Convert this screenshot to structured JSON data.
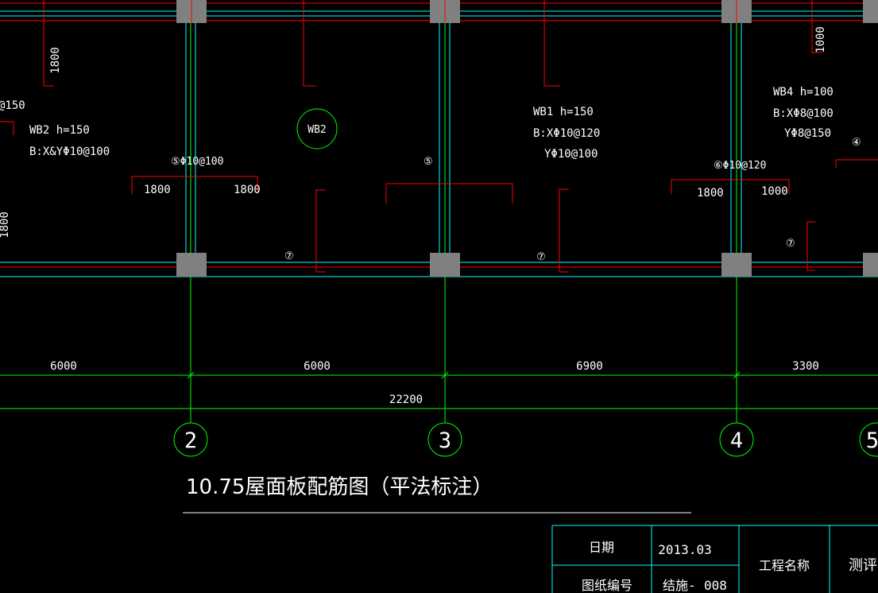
{
  "colors": {
    "background": "#000000",
    "axis_line": "#00ff00",
    "beam_line": "#00ffff",
    "rebar_line": "#ff0000",
    "column_fill": "#808080",
    "text": "#ffffff",
    "title_underline": "#ffffff",
    "title_block_line": "#00ffff"
  },
  "drawing": {
    "title": "10.75屋面板配筋图（平法标注）"
  },
  "slab_labels": {
    "wb2_left": {
      "name": "WB2  h=150",
      "rebar": "B:X&YΦ10@100"
    },
    "wb2_circle": "WB2",
    "wb1": {
      "name": "WB1  h=150",
      "rebar_x": "B:XΦ10@120",
      "rebar_y": "YΦ10@100"
    },
    "wb4": {
      "name": "WB4  h=100",
      "rebar_x": "B:XΦ8@100",
      "rebar_y": "YΦ8@150"
    },
    "partial_left": "@150"
  },
  "rebar_tags": {
    "tag5_full": "⑤Φ10@100",
    "tag5_mark": "⑤",
    "tag6_full": "⑥Φ10@120",
    "tag4_mark": "④",
    "tag7_marks": [
      "⑦",
      "⑦",
      "⑦"
    ]
  },
  "rebar_lengths": {
    "a_left": "1800",
    "a_right": "1800",
    "b_left": "1800",
    "b_right": "1000",
    "v_top_left": "1800",
    "v_top_right": "1000",
    "v_left_edge": "1800"
  },
  "dimensions": {
    "spans": [
      "6000",
      "6000",
      "6900",
      "3300"
    ],
    "total": "22200"
  },
  "axes": [
    "2",
    "3",
    "4",
    "5"
  ],
  "title_block": {
    "date_label": "日期",
    "date_value": "2013.03",
    "drawing_no_label": "图纸编号",
    "drawing_no_prefix": "结施-",
    "drawing_no_value": "008",
    "project_label": "工程名称",
    "project_value": "测评"
  }
}
